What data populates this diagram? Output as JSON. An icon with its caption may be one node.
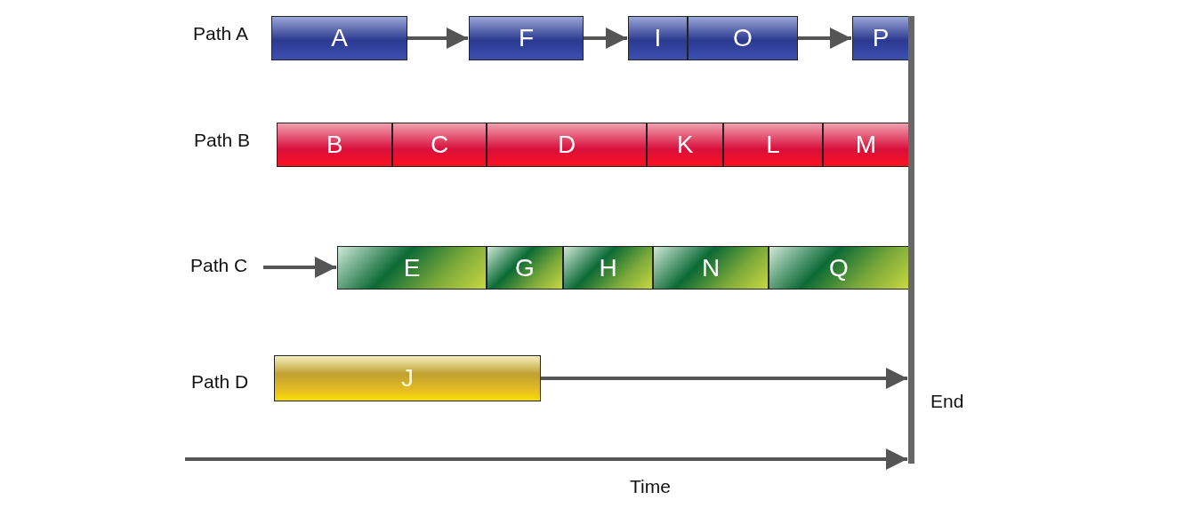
{
  "diagram": {
    "nodes": [
      {
        "text": [
          "A"
        ]
      },
      {
        "text": [
          "F"
        ]
      },
      {
        "text": [
          "I"
        ]
      },
      {
        "text": [
          "O"
        ]
      },
      {
        "text": [
          "P"
        ]
      },
      {
        "text": [
          "B"
        ]
      },
      {
        "text": [
          "C"
        ]
      },
      {
        "text": [
          "D"
        ]
      },
      {
        "text": [
          "K"
        ]
      },
      {
        "text": [
          "L"
        ]
      },
      {
        "text": [
          "M"
        ]
      },
      {
        "text": [
          "Path C"
        ]
      },
      {
        "text": [
          "E"
        ]
      },
      {
        "text": [
          "G"
        ]
      },
      {
        "text": [
          "H"
        ]
      },
      {
        "text": [
          "N"
        ]
      },
      {
        "text": [
          "Q"
        ]
      },
      {
        "text": [
          "J"
        ]
      },
      {
        "text": [],
        "shape": "bar",
        "beside": [
          "End"
        ]
      }
    ],
    "edges": [
      {
        "from": 0,
        "to": 1,
        "arrow": "to"
      },
      {
        "from": 1,
        "to": 2,
        "arrow": "to"
      },
      {
        "from": 3,
        "to": 4,
        "arrow": "to"
      },
      {
        "from": 11,
        "to": 12,
        "arrow": "to"
      },
      {
        "from": 17,
        "to": 18,
        "arrow": "to"
      }
    ],
    "labels": [
      "Path A",
      "Path B",
      "Path D",
      "Time"
    ]
  }
}
